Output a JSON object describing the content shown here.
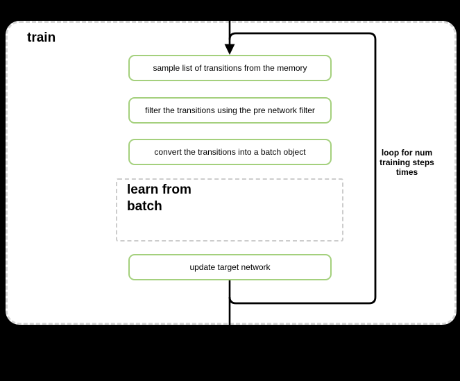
{
  "diagram": {
    "container_label": "train",
    "steps": [
      {
        "label": "sample list of transitions from the memory"
      },
      {
        "label": "filter the transitions using the pre network filter"
      },
      {
        "label": "convert the transitions into a batch object"
      }
    ],
    "subprocess_label": "learn from batch",
    "final_step_label": "update target network",
    "loop_annotation": {
      "lines": [
        "loop for num",
        "training steps",
        "times"
      ]
    }
  },
  "colors": {
    "background": "#000000",
    "container-fill": "#ffffff",
    "container-border": "#d6d6d6",
    "step-border": "#a4d07d",
    "subprocess-border": "#cccccc",
    "connector": "#000000",
    "text": "#000000"
  }
}
